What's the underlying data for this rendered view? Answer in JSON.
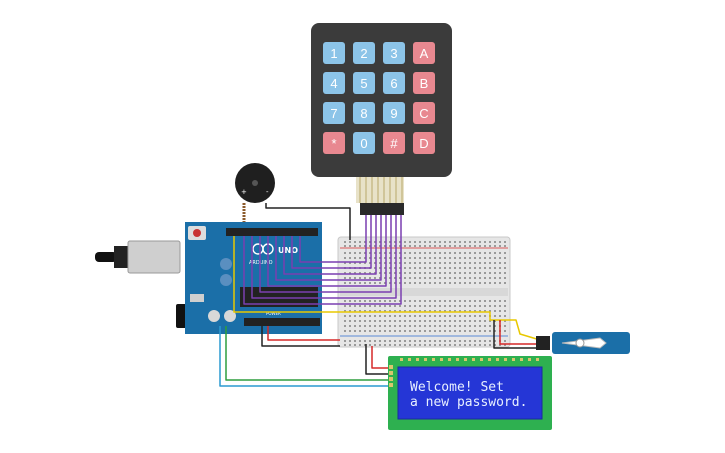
{
  "keypad": {
    "keys": [
      {
        "label": "1",
        "kind": "num"
      },
      {
        "label": "2",
        "kind": "num"
      },
      {
        "label": "3",
        "kind": "num"
      },
      {
        "label": "A",
        "kind": "letter"
      },
      {
        "label": "4",
        "kind": "num"
      },
      {
        "label": "5",
        "kind": "num"
      },
      {
        "label": "6",
        "kind": "num"
      },
      {
        "label": "B",
        "kind": "letter"
      },
      {
        "label": "7",
        "kind": "num"
      },
      {
        "label": "8",
        "kind": "num"
      },
      {
        "label": "9",
        "kind": "num"
      },
      {
        "label": "C",
        "kind": "letter"
      },
      {
        "label": "*",
        "kind": "letter"
      },
      {
        "label": "0",
        "kind": "num"
      },
      {
        "label": "#",
        "kind": "letter"
      },
      {
        "label": "D",
        "kind": "letter"
      }
    ],
    "colors": {
      "body": "#3b3b3b",
      "num": "#8cc4e8",
      "letter": "#e88890"
    }
  },
  "arduino": {
    "brand": "ARDUINO",
    "model": "UNO",
    "power_label": "POWER",
    "colors": {
      "board": "#1b6fa8"
    }
  },
  "buzzer": {
    "plus": "+",
    "minus": "-"
  },
  "lcd": {
    "line1": "Welcome! Set",
    "line2": "a new password.",
    "colors": {
      "pcb": "#2eb050",
      "screen": "#2536d6"
    }
  },
  "wire_colors": {
    "purple": "#7a3fb0",
    "red": "#d62828",
    "black": "#222222",
    "yellow": "#e8c800",
    "green": "#2e9e3e",
    "blue": "#2a9ad0",
    "brown": "#8b5a2b"
  }
}
